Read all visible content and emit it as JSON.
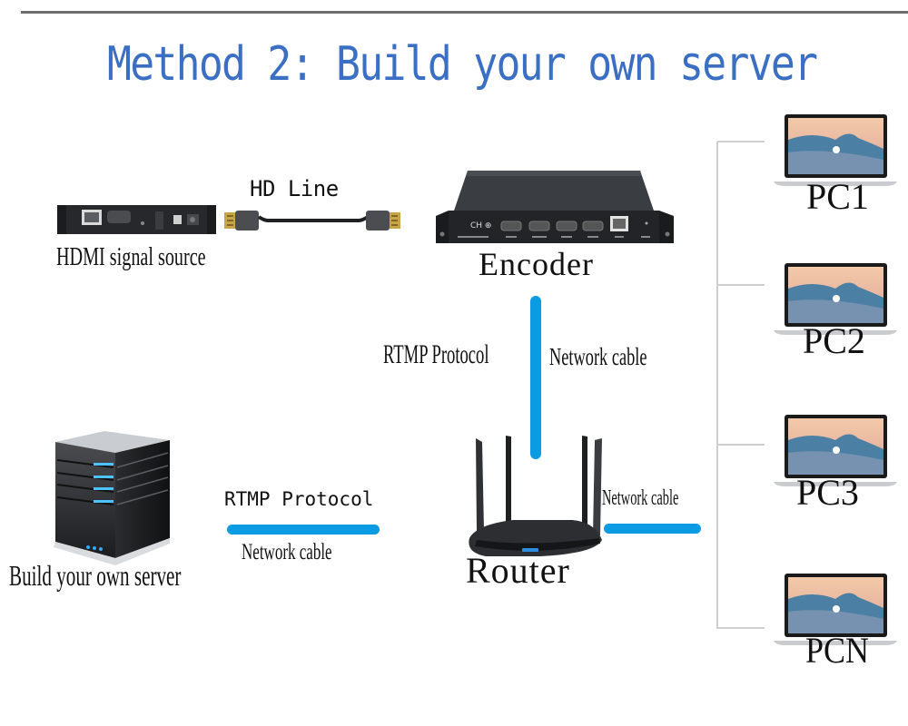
{
  "title": "Method 2: Build your own server",
  "colors": {
    "title": "#3a6fc4",
    "cable": "#0a9be3",
    "device_dark": "#2b2d30",
    "bus_line": "#cfcfcf"
  },
  "nodes": {
    "hdmi_source": {
      "label": "HDMI signal source",
      "icon": "set-top-box-icon"
    },
    "hd_line": {
      "label": "HD Line",
      "icon": "hdmi-cable-icon"
    },
    "encoder": {
      "label": "Encoder",
      "icon": "encoder-device-icon"
    },
    "router": {
      "label": "Router",
      "icon": "wifi-router-icon"
    },
    "server": {
      "label": "Build your own server",
      "icon": "server-tower-icon"
    },
    "clients": [
      {
        "label": "PC1",
        "icon": "laptop-icon"
      },
      {
        "label": "PC2",
        "icon": "laptop-icon"
      },
      {
        "label": "PC3",
        "icon": "laptop-icon"
      },
      {
        "label": "PCN",
        "icon": "laptop-icon"
      }
    ]
  },
  "links": {
    "encoder_router": {
      "protocol": "RTMP Protocol",
      "medium": "Network cable"
    },
    "server_router": {
      "protocol": "RTMP Protocol",
      "medium": "Network cable"
    },
    "router_clients": {
      "medium": "Network cable"
    }
  }
}
